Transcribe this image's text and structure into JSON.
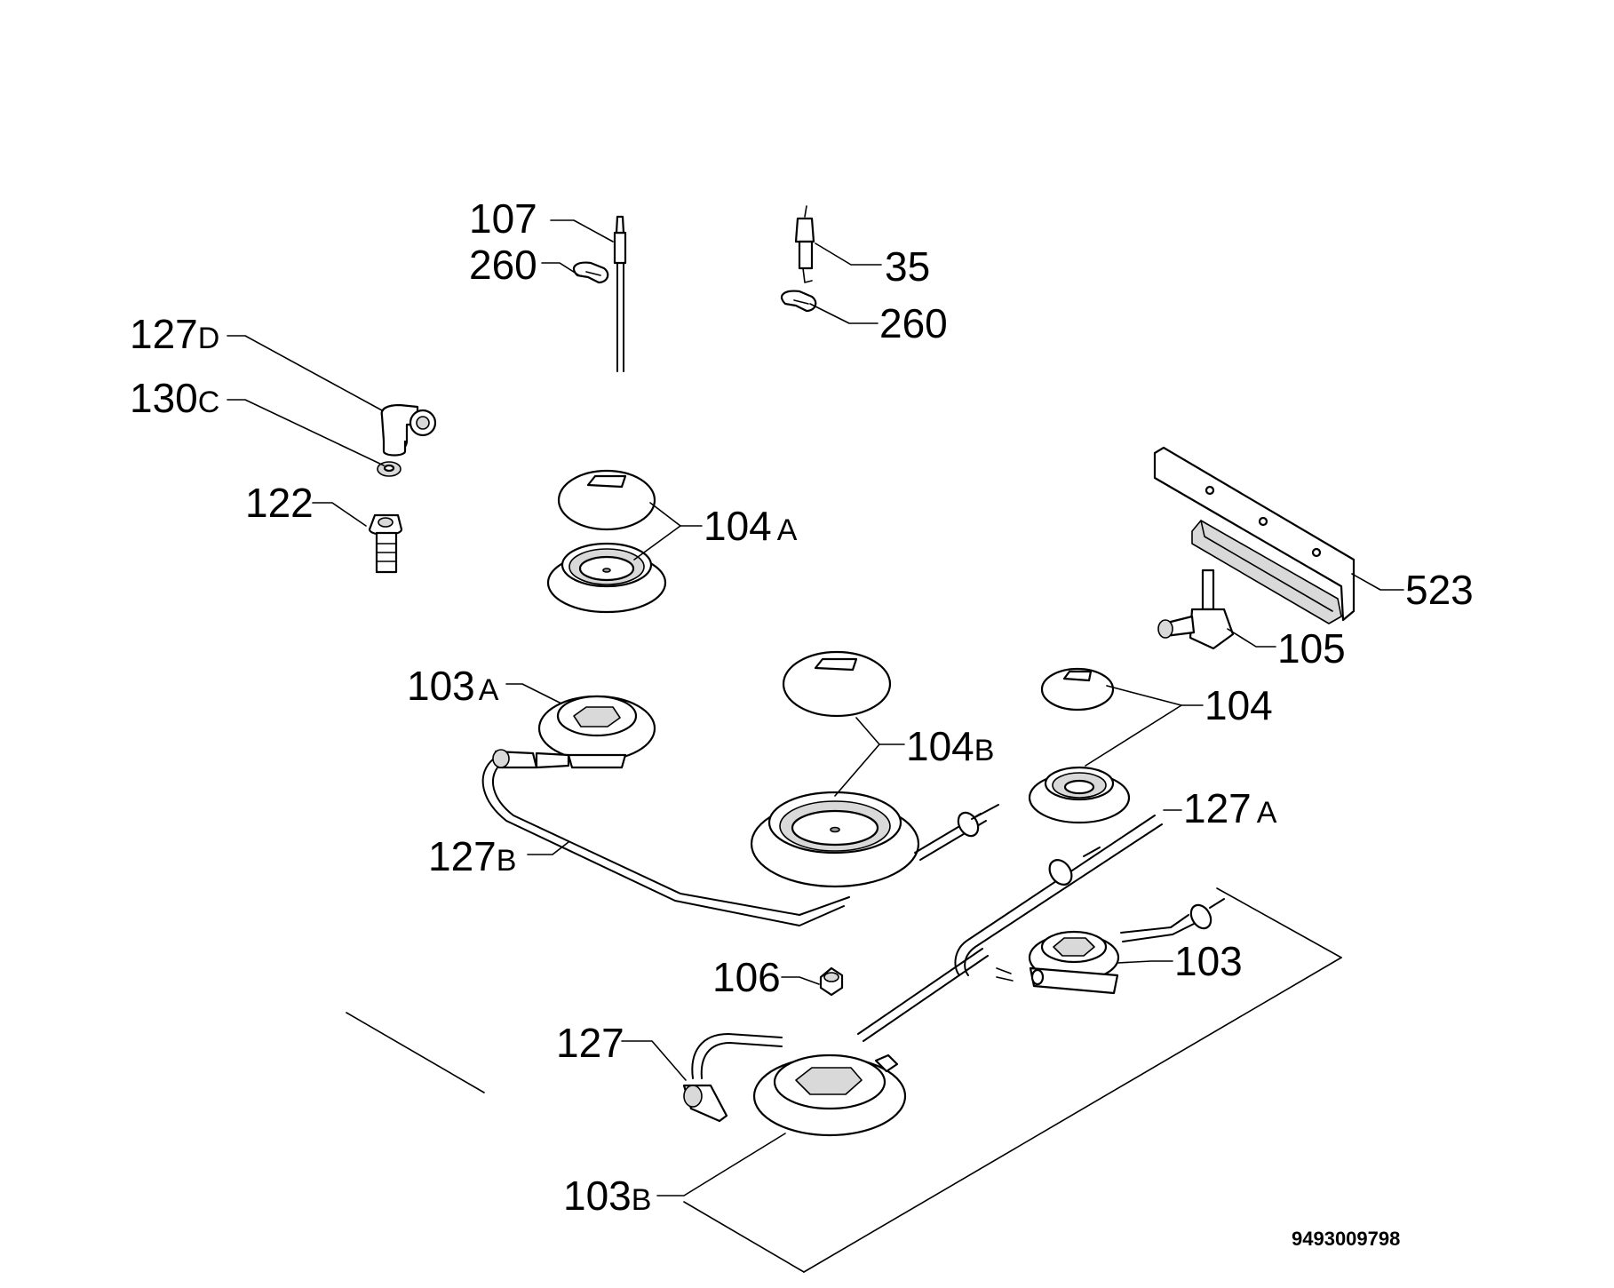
{
  "labels": {
    "l107": "107",
    "l260a": "260",
    "l35": "35",
    "l260b": "260",
    "l127d": "127",
    "l127d_sfx": "D",
    "l130c": "130",
    "l130c_sfx": "C",
    "l122": "122",
    "l104a": "104",
    "l104a_sfx": "A",
    "l523": "523",
    "l105": "105",
    "l103a": "103",
    "l103a_sfx": "A",
    "l104": "104",
    "l104b": "104",
    "l104b_sfx": "B",
    "l127a": "127",
    "l127a_sfx": "A",
    "l127b": "127",
    "l127b_sfx": "B",
    "l103": "103",
    "l106": "106",
    "l127": "127",
    "l103b": "103",
    "l103b_sfx": "B"
  },
  "drawing_code": "9493009798"
}
